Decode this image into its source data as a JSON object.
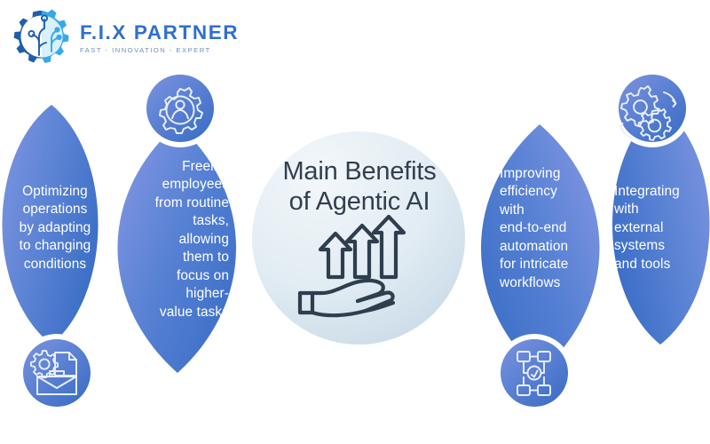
{
  "logo": {
    "name": "F.I.X PARTNER",
    "tagline": "FAST - INNOVATION - EXPERT",
    "mark_icon": "gear-circuit-icon",
    "color_dark": "#1f5fa9",
    "color_light": "#36a9e8",
    "text_color": "#2f6fd0",
    "tagline_color": "#6f8dbd"
  },
  "center": {
    "title": "Main Benefits\nof Agentic AI",
    "title_color": "#313f4f",
    "icon": "hand-holding-growth-arrows-icon",
    "icon_color": "#2f3e4e",
    "gradient_from": "#eef4f8",
    "gradient_to": "#ccdce8"
  },
  "petals": [
    {
      "id": "optimizing-operations",
      "label": "Optimizing\noperations\nby adapting\nto changing\nconditions",
      "align": "center",
      "side": "left",
      "color_from": "#6f8ede",
      "color_to": "#3f72c9"
    },
    {
      "id": "freeing-employees",
      "label": "Freeing\nemployees\nfrom routine\ntasks,\nallowing\nthem to\nfocus on\nhigher-\nvalue tasks",
      "align": "right",
      "side": "left",
      "color_from": "#7e93e0",
      "color_to": "#3f72c9"
    },
    {
      "id": "improving-efficiency",
      "label": "Improving\nefficiency\nwith\nend-to-end\nautomation\nfor intricate\nworkflows",
      "align": "left",
      "side": "right",
      "color_from": "#7e93e0",
      "color_to": "#3f72c9"
    },
    {
      "id": "integrating-external-systems",
      "label": "Integrating\nwith\nexternal\nsystems\nand tools",
      "align": "left",
      "side": "right",
      "color_from": "#6f8ede",
      "color_to": "#3f72c9"
    }
  ],
  "icon_badges": [
    {
      "id": "badge-person-gear",
      "icon": "person-gear-icon",
      "position": "top-left"
    },
    {
      "id": "badge-briefcase",
      "icon": "briefcase-gear-document-icon",
      "position": "bottom-far-left"
    },
    {
      "id": "badge-workflow",
      "icon": "workflow-diagram-icon",
      "position": "bottom-center-right"
    },
    {
      "id": "badge-gears",
      "icon": "double-gears-icon",
      "position": "top-right"
    }
  ],
  "badge_colors": {
    "from": "#6d8cdc",
    "to": "#3f72c9",
    "ring": "#ffffff"
  }
}
